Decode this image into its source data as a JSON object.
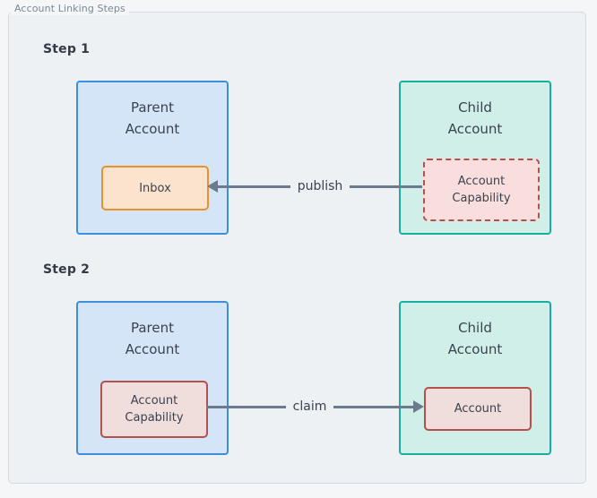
{
  "panel": {
    "legend": "Account Linking Steps",
    "background": "#eef1f4",
    "border_color": "#d3dae1"
  },
  "colors": {
    "page_background": "#f4f6f8",
    "parent_fill": "#d4e5f8",
    "parent_border": "#3f8ddd",
    "child_fill": "#d0efe9",
    "child_border": "#16b0a0",
    "inbox_fill": "#fbe3ce",
    "inbox_border": "#e8912d",
    "capability_fill": "#f8dedd",
    "capability_border": "#b4504e",
    "connector": "#6b7a8d",
    "text": "#3b424f",
    "legend_text": "#7c8896"
  },
  "steps": [
    {
      "label": "Step 1",
      "left_box": {
        "title": "Parent\nAccount",
        "kind": "parent",
        "inner": {
          "label": "Inbox",
          "style": "solid-orange"
        }
      },
      "right_box": {
        "title": "Child\nAccount",
        "kind": "child",
        "inner": {
          "label": "Account\nCapability",
          "style": "dashed-red"
        }
      },
      "connector": {
        "label": "publish",
        "direction": "left"
      }
    },
    {
      "label": "Step 2",
      "left_box": {
        "title": "Parent\nAccount",
        "kind": "parent",
        "inner": {
          "label": "Account\nCapability",
          "style": "solid-red"
        }
      },
      "right_box": {
        "title": "Child\nAccount",
        "kind": "child",
        "inner": {
          "label": "Account",
          "style": "solid-red"
        }
      },
      "connector": {
        "label": "claim",
        "direction": "right"
      }
    }
  ]
}
